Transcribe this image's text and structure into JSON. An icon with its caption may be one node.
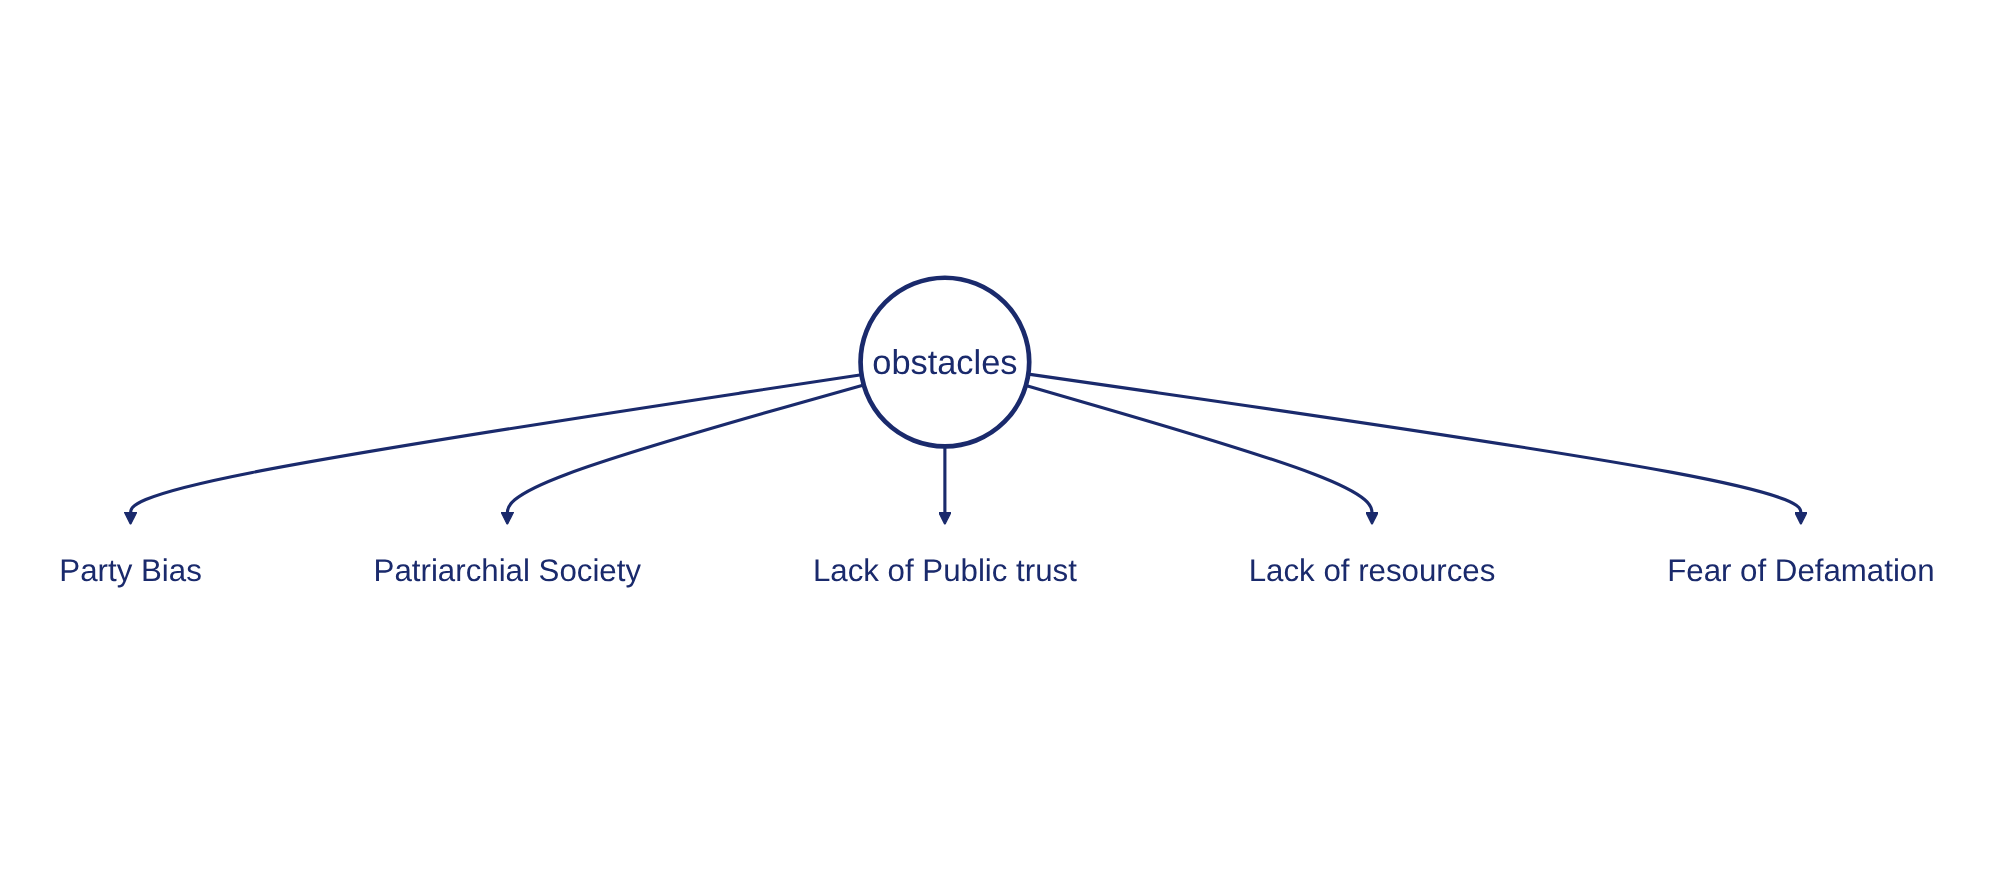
{
  "diagram": {
    "nodes": [
      {
        "text": [
          "obstacles"
        ]
      },
      {
        "text": [
          "Party Bias"
        ]
      },
      {
        "text": [
          "Patriarchial Society"
        ]
      },
      {
        "text": [
          "Lack of Public trust"
        ]
      },
      {
        "text": [
          "Lack of resources"
        ]
      },
      {
        "text": [
          "Fear of Defamation"
        ]
      }
    ],
    "edges": [
      {
        "from": 0,
        "to": 1,
        "arrow": "to"
      },
      {
        "from": 0,
        "to": 2,
        "arrow": "to"
      },
      {
        "from": 0,
        "to": 3,
        "arrow": "to"
      },
      {
        "from": 0,
        "to": 4,
        "arrow": "to"
      },
      {
        "from": 0,
        "to": 5,
        "arrow": "to"
      }
    ]
  }
}
